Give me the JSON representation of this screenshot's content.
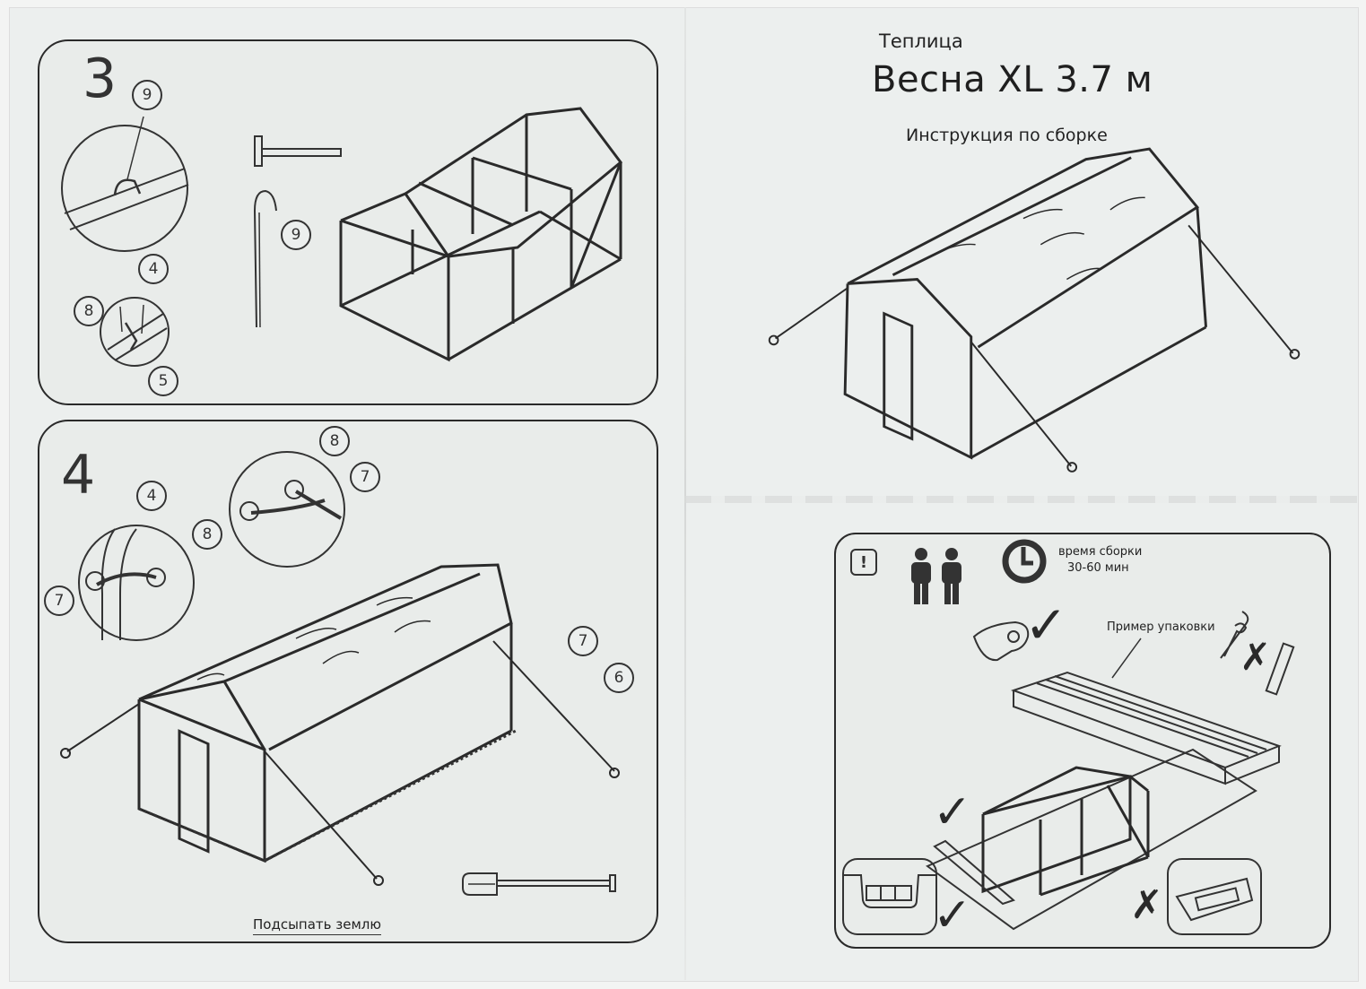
{
  "header": {
    "product_type": "Теплица",
    "product_name": "Весна XL 3.7 м",
    "subtitle": "Инструкция по сборке"
  },
  "steps": [
    {
      "number": "3",
      "callouts": [
        "9",
        "9",
        "4",
        "8",
        "5"
      ],
      "icons": [
        "hammer-icon",
        "ground-peg-icon",
        "greenhouse-frame-icon"
      ]
    },
    {
      "number": "4",
      "callouts": [
        "4",
        "8",
        "7",
        "8",
        "7",
        "7",
        "6"
      ],
      "icons": [
        "greenhouse-covered-icon",
        "shovel-icon"
      ],
      "soil_label": "Подсыпать землю"
    }
  ],
  "info_panel": {
    "warning_icon": "!",
    "people_count": 2,
    "assembly_time_label": "время сборки",
    "assembly_time_value": "30-60 мин",
    "packaging_label": "Пример упаковки",
    "allowed_mark": "✓",
    "forbidden_mark": "✗"
  },
  "colors": {
    "paper": "#ecefee",
    "ink": "#222222"
  }
}
